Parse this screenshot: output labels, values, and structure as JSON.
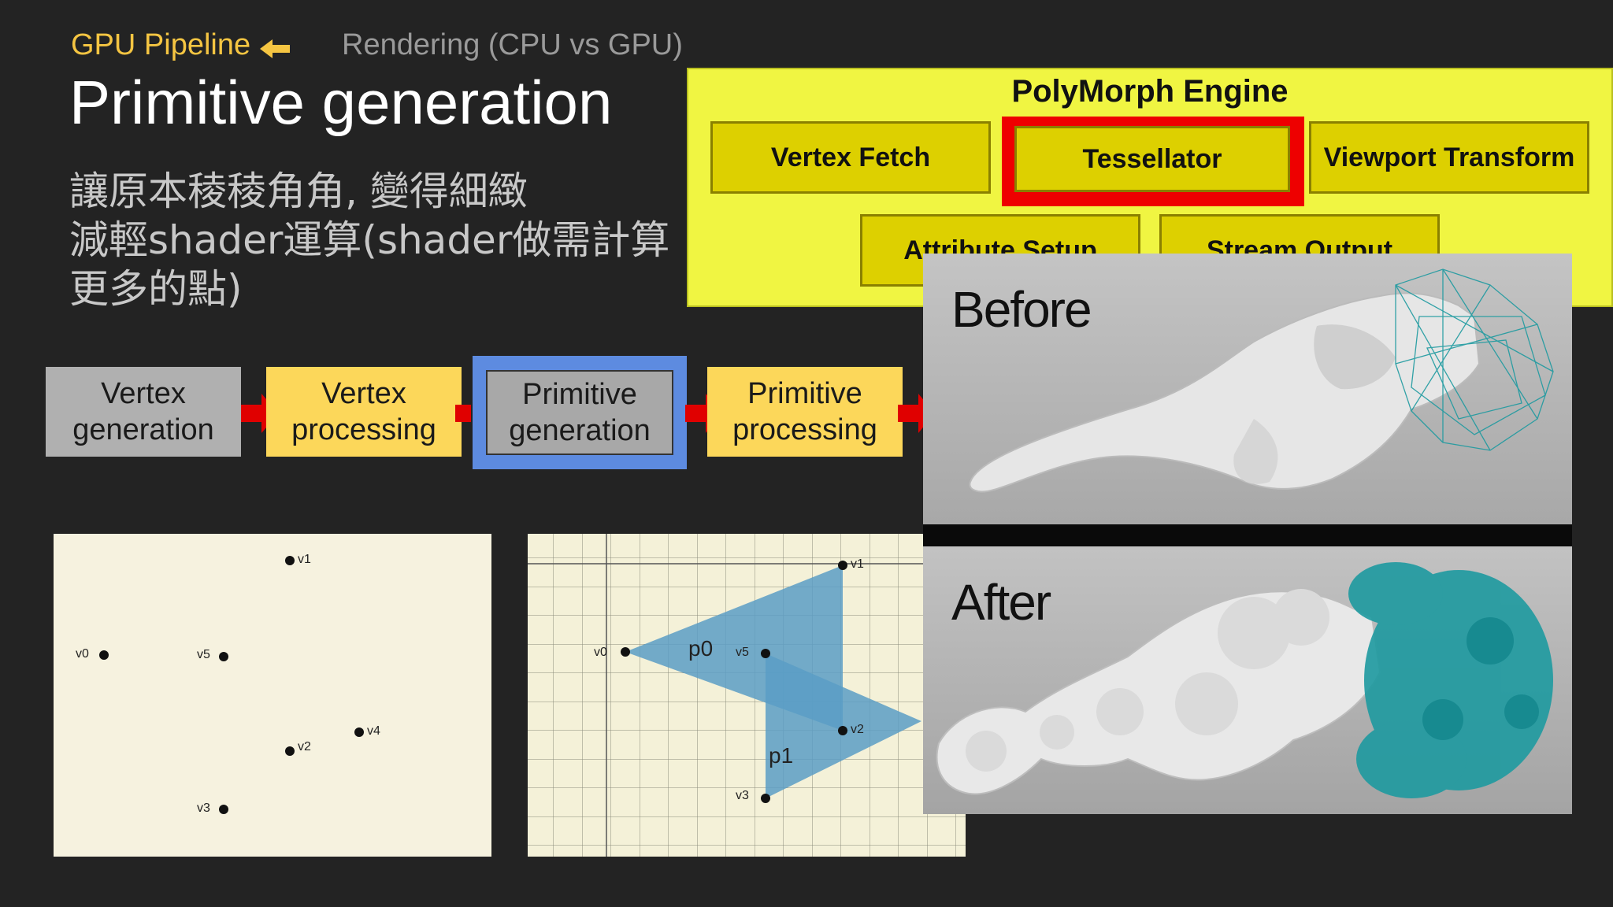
{
  "breadcrumb": {
    "active": "GPU Pipeline",
    "other": "Rendering (CPU vs GPU)"
  },
  "title": "Primitive generation",
  "description": [
    "讓原本稜稜角角, 變得細緻",
    "減輕shader運算(shader做需計算",
    "更多的點)"
  ],
  "pipeline": [
    {
      "line1": "Vertex",
      "line2": "generation"
    },
    {
      "line1": "Vertex",
      "line2": "processing"
    },
    {
      "line1": "Primitive",
      "line2": "generation"
    },
    {
      "line1": "Primitive",
      "line2": "processing"
    }
  ],
  "points_diagram": {
    "labels": [
      "v1",
      "v0",
      "v5",
      "v4",
      "v2",
      "v3"
    ]
  },
  "primitives_diagram": {
    "labels": [
      "v1",
      "v0",
      "p0",
      "v5",
      "v2",
      "p1",
      "v3"
    ]
  },
  "polymorph": {
    "title": "PolyMorph Engine",
    "units": [
      "Vertex Fetch",
      "Tessellator",
      "Viewport Transform",
      "Attribute Setup",
      "Stream Output"
    ],
    "highlighted": "Tessellator"
  },
  "comparison": {
    "before": "Before",
    "after": "After"
  },
  "colors": {
    "accent": "#f5c542",
    "stage_yellow": "#fcd75a",
    "highlight_blue": "#5d8be0",
    "polymorph_bg": "#f0f542",
    "highlight_red": "#ee0000",
    "triangle_fill": "#5a9ec6",
    "mesh_teal": "#1e9aa0"
  },
  "icons": {
    "breadcrumb": "arrow-left-icon",
    "flow": "arrow-right-icon"
  }
}
